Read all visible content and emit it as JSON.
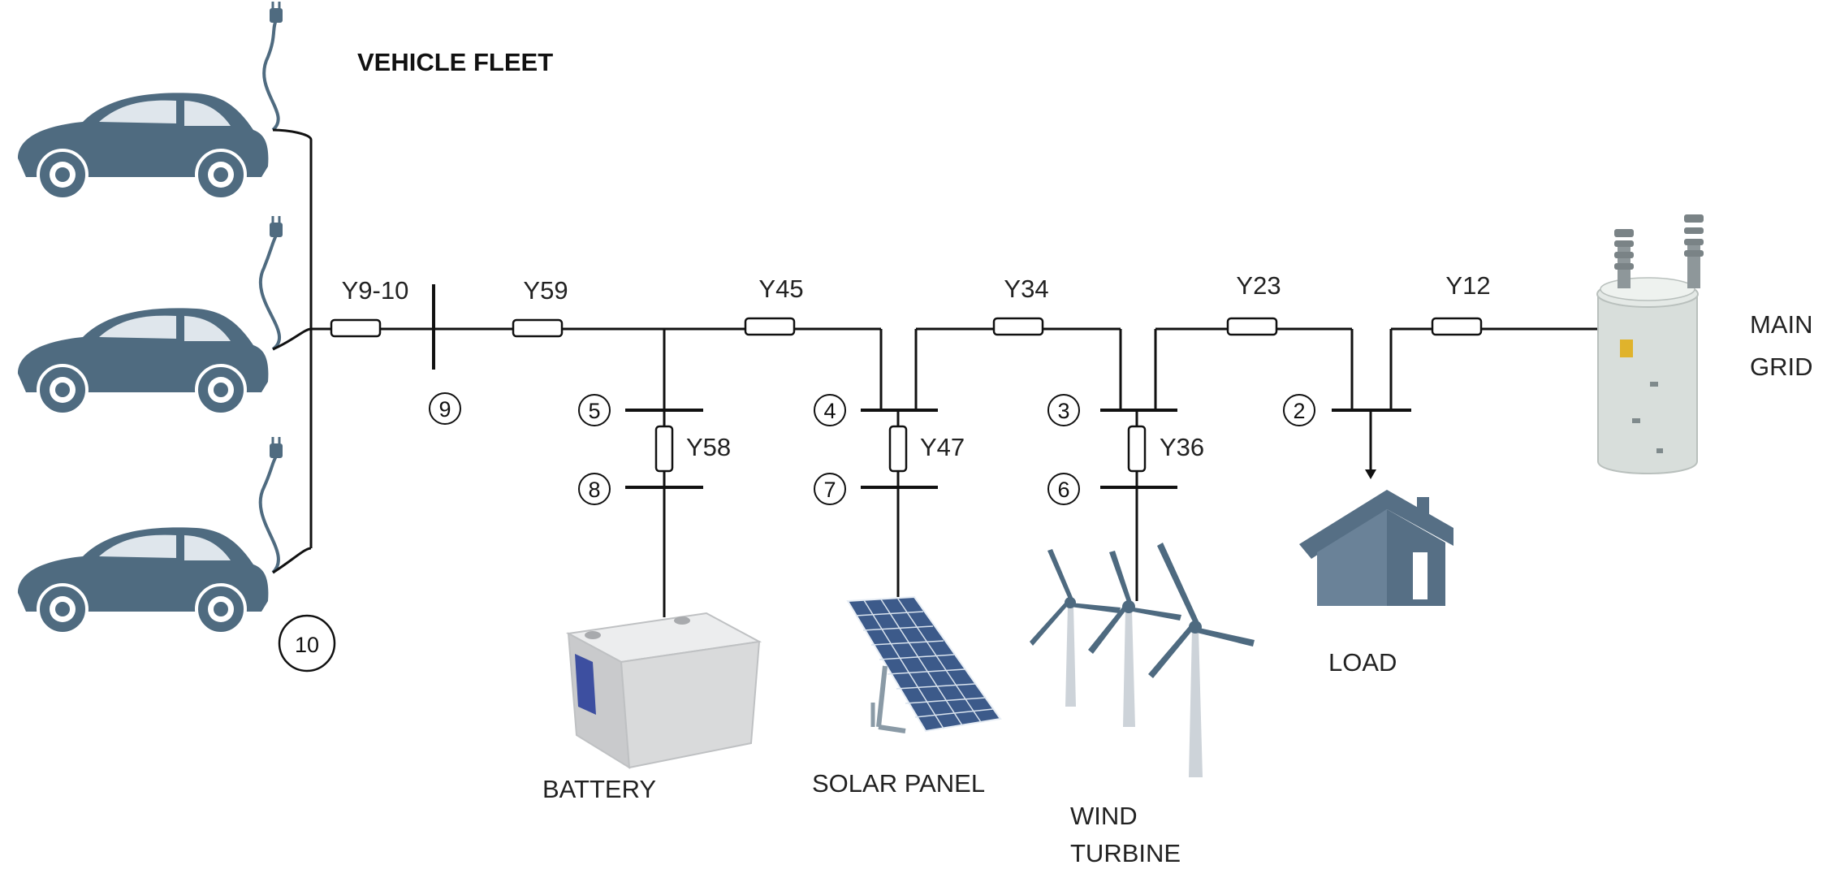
{
  "labels": {
    "vehicle_fleet": "VEHICLE FLEET",
    "main_grid_line1": "MAIN",
    "main_grid_line2": "GRID",
    "battery": "BATTERY",
    "solar_panel": "SOLAR PANEL",
    "wind_line1": "WIND",
    "wind_line2": "TURBINE",
    "load": "LOAD"
  },
  "impedances": {
    "y9_10": "Y9-10",
    "y59": "Y59",
    "y45": "Y45",
    "y34": "Y34",
    "y23": "Y23",
    "y12": "Y12",
    "y58": "Y58",
    "y47": "Y47",
    "y36": "Y36"
  },
  "nodes": {
    "n2": "2",
    "n3": "3",
    "n4": "4",
    "n5": "5",
    "n6": "6",
    "n7": "7",
    "n8": "8",
    "n9": "9",
    "n10": "10"
  },
  "colors": {
    "car": "#4f6b80",
    "house": "#566f85",
    "solar": "#3c5a8a",
    "battery": "#d9dadb",
    "battery_panel": "#3d4fa0",
    "transformer": "#d8dedb",
    "turbine": "#c9d0d8"
  },
  "icons": [
    "car-icon",
    "plug-icon",
    "battery-icon",
    "solar-panel-icon",
    "wind-turbine-icon",
    "house-icon",
    "transformer-icon"
  ]
}
